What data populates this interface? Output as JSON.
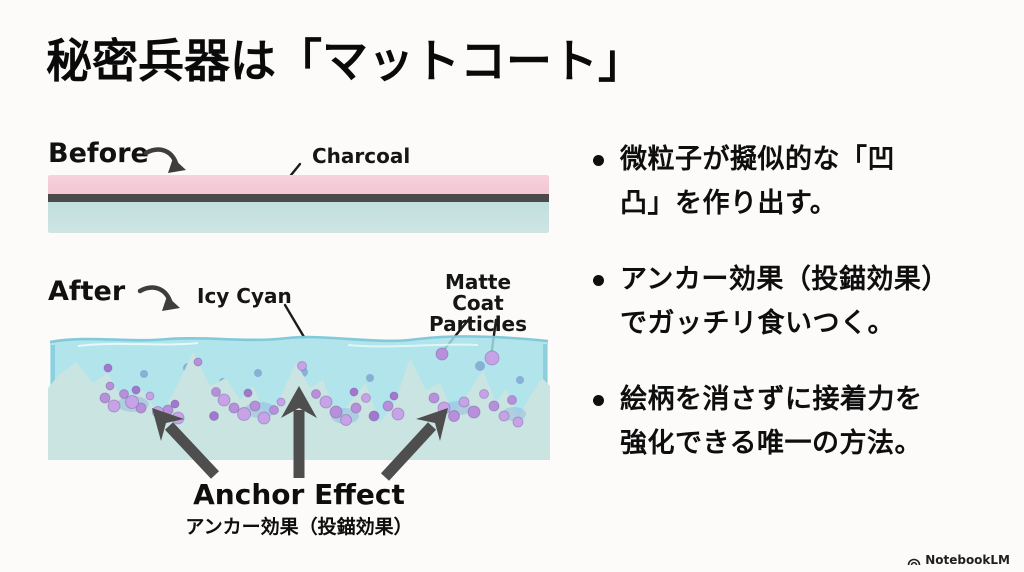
{
  "title": "秘密兵器は「マットコート」",
  "diagram": {
    "before_label": "Before",
    "after_label": "After",
    "charcoal_label": "Charcoal",
    "icy_cyan_label": "Icy Cyan",
    "matte_coat_line1": "Matte Coat",
    "matte_coat_line2": "Particles",
    "anchor_effect_title": "Anchor Effect",
    "anchor_effect_subtitle": "アンカー効果（投錨効果）"
  },
  "bullets": [
    {
      "lines": [
        "微粒子が擬似的な「凹",
        "凸」を作り出す。"
      ]
    },
    {
      "lines": [
        "アンカー効果（投錨効果）",
        "でガッチリ食いつく。"
      ]
    },
    {
      "lines": [
        "絵柄を消さずに接着力を",
        "強化できる唯一の方法。"
      ]
    }
  ],
  "footer": {
    "brand": "NotebookLM"
  },
  "colors": {
    "background": "#fcfbf9",
    "pink_layer": "#f3c6d3",
    "charcoal_layer": "#4a4a4a",
    "cyan_layer": "#c2dfdd",
    "liquid": "#a5dfe9",
    "peaks": "#c9e4e1",
    "particle": "#b78fdb",
    "arrow": "#4e4e4e"
  }
}
